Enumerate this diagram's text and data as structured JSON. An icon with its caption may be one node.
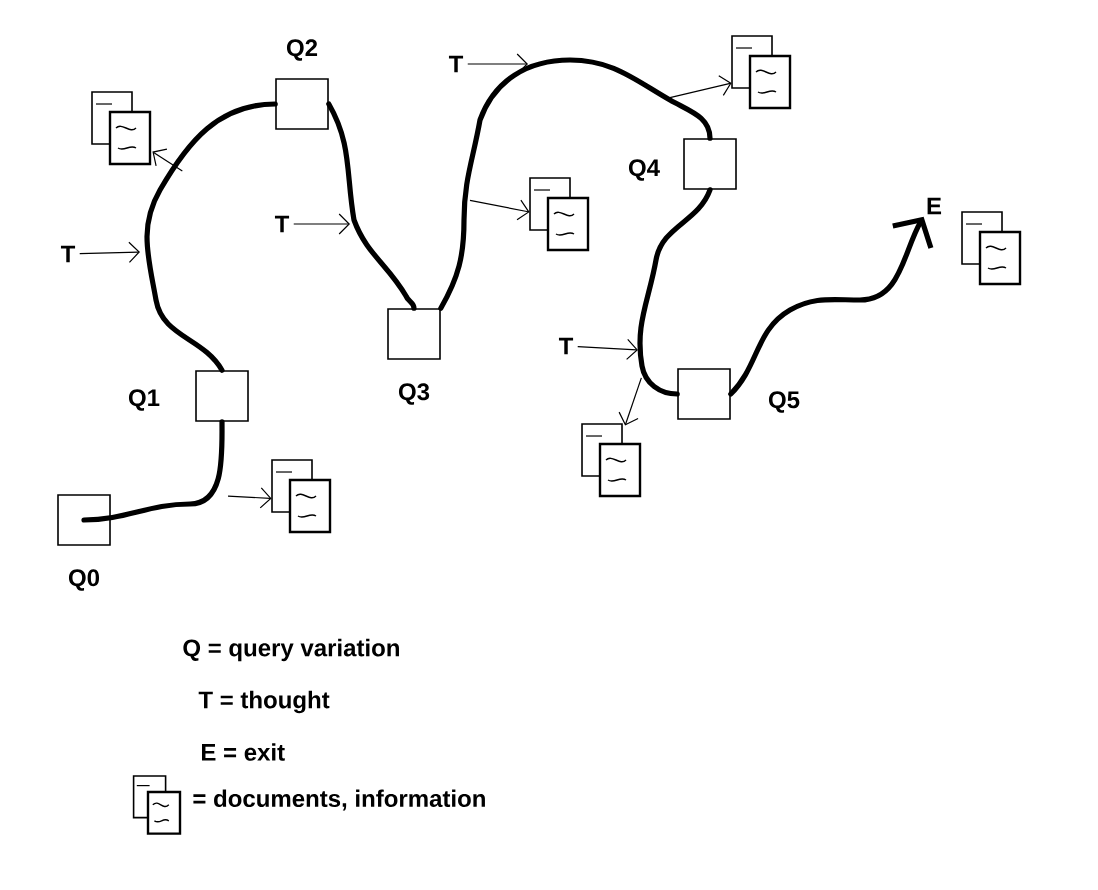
{
  "diagram": {
    "nodes": [
      {
        "text": [
          "Q0"
        ]
      },
      {
        "text": [
          "Q1"
        ]
      },
      {
        "text": [
          "Q2"
        ]
      },
      {
        "text": [
          "Q3"
        ]
      },
      {
        "text": [
          "Q4"
        ]
      },
      {
        "text": [
          "Q5"
        ]
      },
      {
        "text": [
          "E"
        ]
      },
      {
        "text": [],
        "shape": "document"
      },
      {
        "text": [],
        "shape": "document"
      },
      {
        "text": [],
        "shape": "document"
      },
      {
        "text": [],
        "shape": "document"
      },
      {
        "text": [],
        "shape": "document"
      },
      {
        "text": [],
        "shape": "document"
      },
      {
        "text": [
          "T"
        ]
      },
      {
        "text": [
          "T"
        ]
      },
      {
        "text": [
          "T"
        ]
      },
      {
        "text": [
          "T"
        ]
      }
    ],
    "edges": [
      {
        "from": 0,
        "to": 1,
        "arrow": "none",
        "style": "thick"
      },
      {
        "from": 1,
        "to": 2,
        "arrow": "none",
        "style": "thick"
      },
      {
        "from": 2,
        "to": 3,
        "arrow": "none",
        "style": "thick"
      },
      {
        "from": 3,
        "to": 4,
        "arrow": "none",
        "style": "thick"
      },
      {
        "from": 4,
        "to": 5,
        "arrow": "none",
        "style": "thick"
      },
      {
        "from": 5,
        "to": 6,
        "arrow": "to",
        "style": "thick"
      },
      {
        "from": 13,
        "to": null,
        "arrow": "to"
      },
      {
        "from": 14,
        "to": null,
        "arrow": "to"
      },
      {
        "from": 15,
        "to": null,
        "arrow": "to"
      },
      {
        "from": 16,
        "to": null,
        "arrow": "to"
      },
      {
        "from": null,
        "to": 7,
        "arrow": "to"
      },
      {
        "from": null,
        "to": 8,
        "arrow": "to"
      },
      {
        "from": null,
        "to": 9,
        "arrow": "to"
      },
      {
        "from": null,
        "to": 10,
        "arrow": "to"
      },
      {
        "from": null,
        "to": 12,
        "arrow": "to"
      }
    ],
    "labels": [
      "Q = query variation",
      "T = thought",
      "E = exit"
    ],
    "legend": [
      {
        "text": "= documents, information"
      }
    ]
  }
}
